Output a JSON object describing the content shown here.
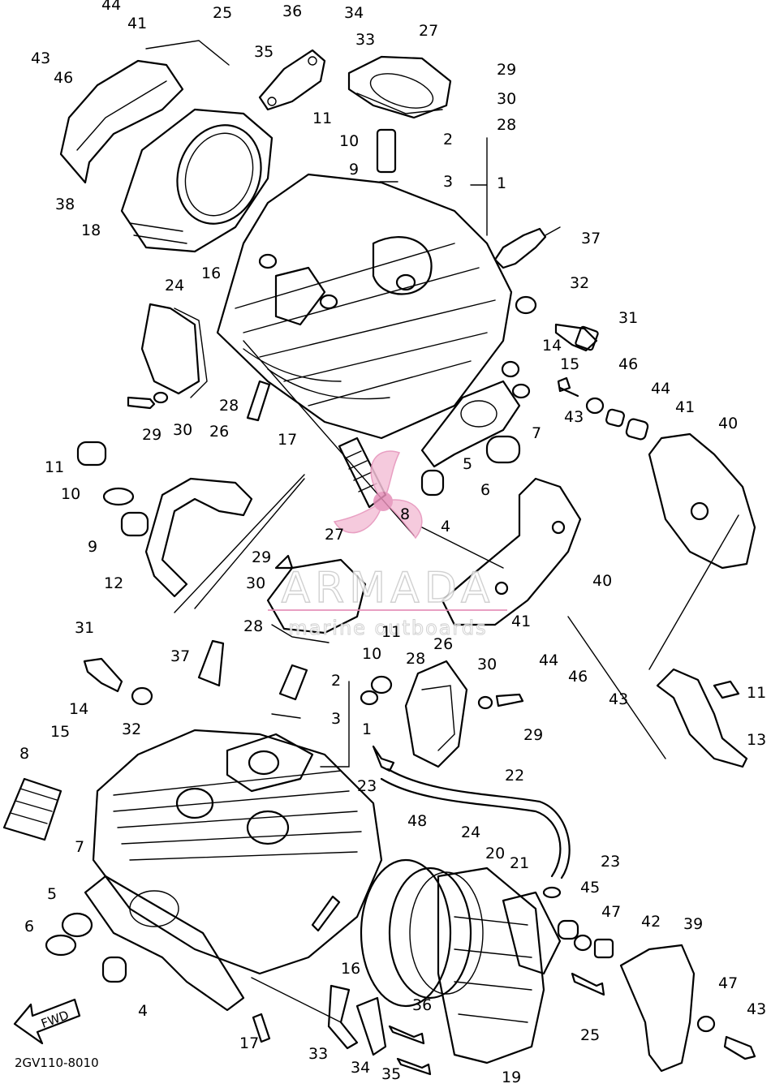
{
  "diagram_ref": "2GV110-8010",
  "fwd_label": "FWD",
  "watermark": {
    "brand": "ARMADA",
    "tagline": "marine outboards",
    "accent": "#e58fb8"
  },
  "callouts": [
    "1",
    "2",
    "3",
    "4",
    "5",
    "6",
    "7",
    "8",
    "9",
    "10",
    "11",
    "12",
    "13",
    "14",
    "15",
    "16",
    "17",
    "18",
    "19",
    "20",
    "21",
    "22",
    "23",
    "24",
    "25",
    "26",
    "27",
    "28",
    "29",
    "30",
    "31",
    "32",
    "33",
    "34",
    "35",
    "36",
    "37",
    "38",
    "39",
    "40",
    "41",
    "42",
    "43",
    "44",
    "45",
    "46",
    "47",
    "48"
  ]
}
